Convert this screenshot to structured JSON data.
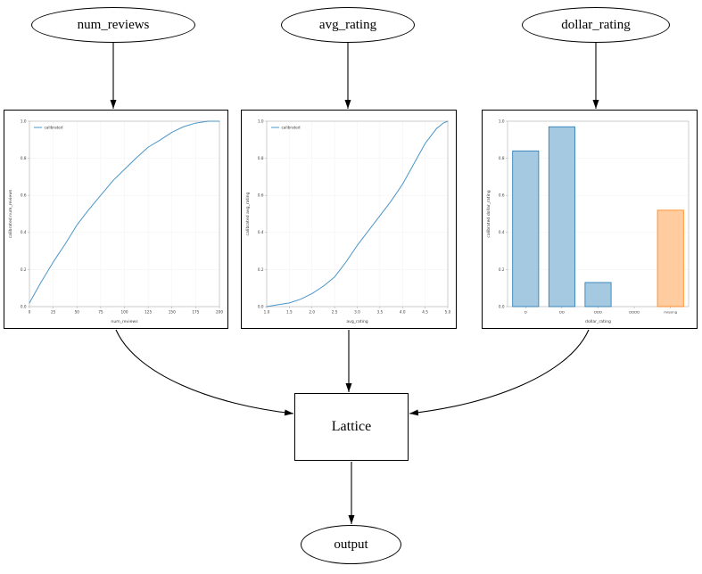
{
  "nodes": {
    "num_reviews": "num_reviews",
    "avg_rating": "avg_rating",
    "dollar_rating": "dollar_rating",
    "lattice": "Lattice",
    "output": "output"
  },
  "colors": {
    "line": "#4a96c8",
    "bar_blue_fill": "#a5c9e1",
    "bar_blue_edge": "#1f77b4",
    "bar_orange_fill": "#ffcc9f",
    "bar_orange_edge": "#ff7f0e",
    "edge_stroke": "#000000",
    "tick_text": "#3a3a3a",
    "spine": "#b0b0b0",
    "grid": "#f2f2f2"
  },
  "chart_data": [
    {
      "type": "line",
      "title": "",
      "xlabel": "num_reviews",
      "ylabel": "calibrated num_reviews",
      "xlim": [
        0,
        200
      ],
      "ylim": [
        0.0,
        1.0
      ],
      "x_ticks": [
        0,
        25,
        50,
        75,
        100,
        125,
        150,
        175,
        200
      ],
      "x_tick_labels": [
        "0",
        "25",
        "50",
        "75",
        "100",
        "125",
        "150",
        "175",
        "200"
      ],
      "y_ticks": [
        0.0,
        0.2,
        0.4,
        0.6,
        0.8,
        1.0
      ],
      "y_tick_labels": [
        "0.0",
        "0.2",
        "0.4",
        "0.6",
        "0.8",
        "1.0"
      ],
      "legend": [
        "calibrated"
      ],
      "legend_position": "upper left",
      "grid": false,
      "series": [
        {
          "name": "calibrated",
          "x": [
            0,
            12,
            25,
            38,
            50,
            62,
            75,
            88,
            100,
            112,
            125,
            138,
            150,
            162,
            175,
            188,
            200
          ],
          "y": [
            0.02,
            0.13,
            0.24,
            0.34,
            0.44,
            0.52,
            0.6,
            0.68,
            0.74,
            0.8,
            0.86,
            0.9,
            0.94,
            0.97,
            0.99,
            1.0,
            1.0
          ]
        }
      ]
    },
    {
      "type": "line",
      "title": "",
      "xlabel": "avg_rating",
      "ylabel": "calibrated avg_rating",
      "xlim": [
        1.0,
        5.0
      ],
      "ylim": [
        0.0,
        1.0
      ],
      "x_ticks": [
        1.0,
        1.5,
        2.0,
        2.5,
        3.0,
        3.5,
        4.0,
        4.5,
        5.0
      ],
      "x_tick_labels": [
        "1.0",
        "1.5",
        "2.0",
        "2.5",
        "3.0",
        "3.5",
        "4.0",
        "4.5",
        "5.0"
      ],
      "y_ticks": [
        0.0,
        0.2,
        0.4,
        0.6,
        0.8,
        1.0
      ],
      "y_tick_labels": [
        "0.0",
        "0.2",
        "0.4",
        "0.6",
        "0.8",
        "1.0"
      ],
      "legend": [
        "calibrated"
      ],
      "legend_position": "upper left",
      "grid": false,
      "series": [
        {
          "name": "calibrated",
          "x": [
            1.0,
            1.25,
            1.5,
            1.75,
            2.0,
            2.25,
            2.5,
            2.75,
            3.0,
            3.25,
            3.5,
            3.75,
            4.0,
            4.25,
            4.5,
            4.75,
            4.9,
            5.0
          ],
          "y": [
            0.0,
            0.01,
            0.02,
            0.04,
            0.07,
            0.11,
            0.16,
            0.24,
            0.33,
            0.41,
            0.49,
            0.57,
            0.66,
            0.77,
            0.88,
            0.96,
            0.99,
            1.0
          ]
        }
      ]
    },
    {
      "type": "bar",
      "title": "",
      "xlabel": "dollar_rating",
      "ylabel": "calibrated dollar_rating",
      "ylim": [
        0.0,
        1.0
      ],
      "y_ticks": [
        0.0,
        0.2,
        0.4,
        0.6,
        0.8,
        1.0
      ],
      "y_tick_labels": [
        "0.0",
        "0.2",
        "0.4",
        "0.6",
        "0.8",
        "1.0"
      ],
      "categories": [
        "D",
        "DD",
        "DDD",
        "DDDD",
        "missing"
      ],
      "values": [
        0.84,
        0.97,
        0.13,
        0.0,
        0.52
      ],
      "bar_styles": [
        "blue",
        "blue",
        "blue",
        "blue",
        "orange"
      ],
      "grid": false
    }
  ]
}
